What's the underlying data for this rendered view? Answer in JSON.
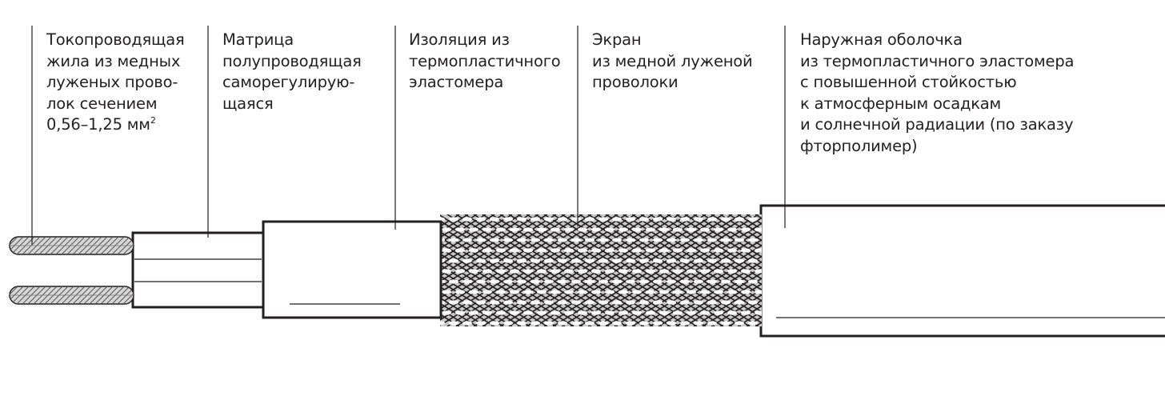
{
  "labels": [
    {
      "id": "conductor",
      "lines": [
        "Токопроводящая",
        "жила из медных",
        "луженых прово-",
        "лок сечением"
      ],
      "last_line": "0,56–1,25 мм",
      "superscript": "2"
    },
    {
      "id": "matrix",
      "lines": [
        "Матрица",
        "полупроводящая",
        "саморегулирую-",
        "щаяся"
      ]
    },
    {
      "id": "insulation",
      "lines": [
        "Изоляция из",
        "термопластичного",
        "эластомера"
      ]
    },
    {
      "id": "screen",
      "lines": [
        "Экран",
        "из медной луженой",
        "проволоки"
      ]
    },
    {
      "id": "jacket",
      "lines": [
        "Наружная оболочка",
        "из термопластичного эластомера",
        "с повышенной стойкостью",
        "к атмосферным осадкам",
        "и солнечной радиации (по заказу",
        "фторполимер)"
      ]
    }
  ],
  "colors": {
    "line": "#231f20",
    "wire_fill": "#d6d6d6",
    "braid_fill": "#c8c8c8"
  }
}
